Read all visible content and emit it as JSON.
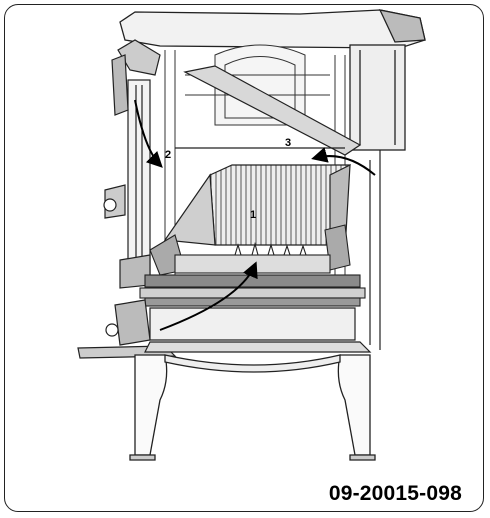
{
  "labels": {
    "marker_1": "1",
    "marker_2": "2",
    "marker_3": "3"
  },
  "reference_code": "09-20015-098",
  "colors": {
    "outline": "#222222",
    "fill_light": "#eeeeee",
    "fill_mid": "#cccccc",
    "fill_dark": "#8a8a8a",
    "arrow": "#000000"
  }
}
